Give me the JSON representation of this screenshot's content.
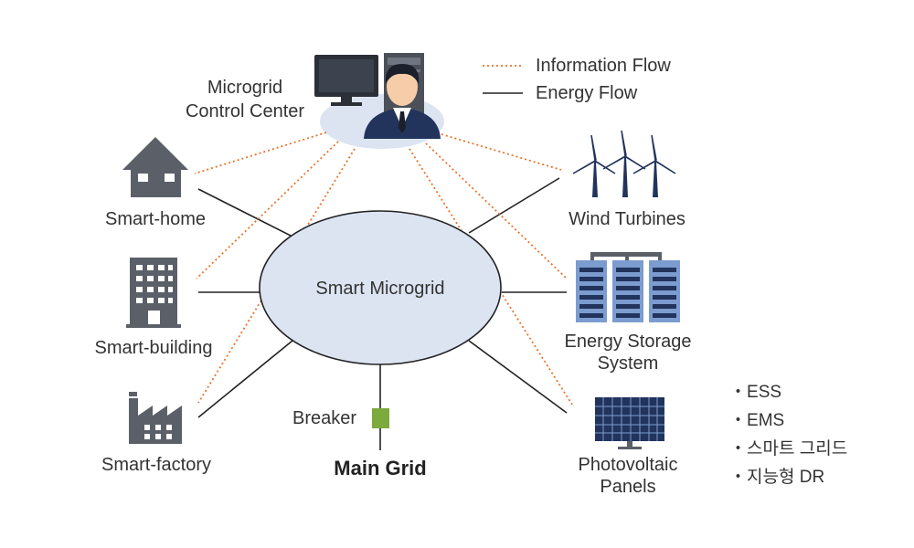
{
  "legend": {
    "information_flow": "Information Flow",
    "energy_flow": "Energy Flow"
  },
  "colors": {
    "information_line": "#E8732C",
    "energy_line": "#222222",
    "ellipse_fill": "#DCE4F2",
    "icon_gray": "#5B6068",
    "icon_navy": "#22335C",
    "battery_blue": "#7C9CCF",
    "breaker_green": "#7DAA3C"
  },
  "center": {
    "label": "Smart Microgrid"
  },
  "control_center": {
    "line1": "Microgrid",
    "line2": "Control Center"
  },
  "nodes": {
    "smart_home": "Smart-home",
    "smart_building": "Smart-building",
    "smart_factory": "Smart-factory",
    "wind_turbines": "Wind Turbines",
    "ess_line1": "Energy Storage",
    "ess_line2": "System",
    "pv_line1": "Photovoltaic",
    "pv_line2": "Panels",
    "breaker": "Breaker",
    "main_grid": "Main Grid"
  },
  "bullets": [
    "ESS",
    "EMS",
    "스마트 그리드",
    "지능형 DR"
  ]
}
